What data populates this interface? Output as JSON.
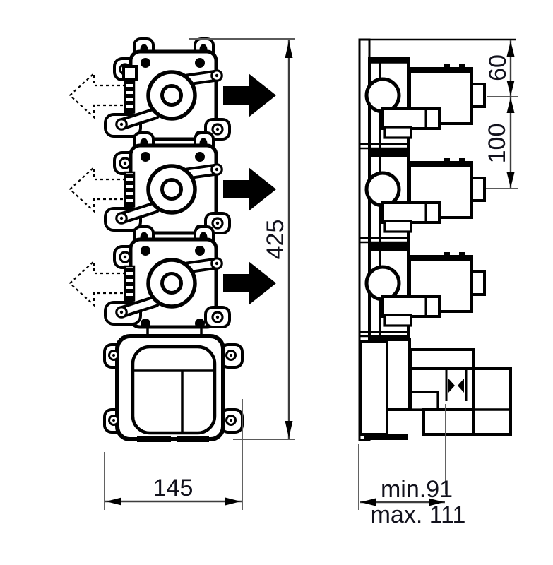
{
  "drawing": {
    "dimensions": {
      "height": "425",
      "width": "145",
      "top_to_first_port": "60",
      "port_spacing": "100",
      "depth_min": "min.91",
      "depth_max": "max. 111"
    },
    "views": {
      "front": {
        "valve_modules": 3,
        "inlet_arrows": 3,
        "outlet_arrows": 3
      },
      "side": {
        "valve_modules": 3
      }
    },
    "icons": {
      "inlet_arrow": "dashed-outline-arrow-left",
      "outlet_arrow": "solid-black-arrow-right",
      "depth_adjust": "opposing-arrows-indicator"
    },
    "colors": {
      "outline": "#000000",
      "dimension_line": "#3d3d3d",
      "extension_line": "#5a5a5a",
      "text": "#11111c",
      "background": "#ffffff"
    }
  }
}
